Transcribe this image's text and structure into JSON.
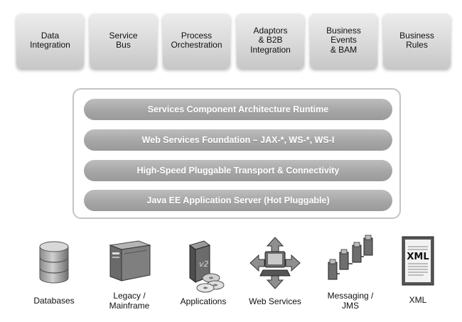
{
  "capabilities": [
    {
      "label": "Data\nIntegration"
    },
    {
      "label": "Service\nBus"
    },
    {
      "label": "Process\nOrchestration"
    },
    {
      "label": "Adaptors\n& B2B\nIntegration"
    },
    {
      "label": "Business\nEvents\n& BAM"
    },
    {
      "label": "Business\nRules"
    }
  ],
  "runtime_layers": [
    {
      "label": "Services Component Architecture Runtime"
    },
    {
      "label": "Web Services Foundation – JAX-*, WS-*, WS-I"
    },
    {
      "label": "High-Speed Pluggable Transport & Connectivity"
    },
    {
      "label": "Java EE Application Server (Hot Pluggable)"
    }
  ],
  "resources": [
    {
      "label": "Databases",
      "icon": "database-icon"
    },
    {
      "label": "Legacy /\nMainframe",
      "icon": "mainframe-icon"
    },
    {
      "label": "Applications",
      "icon": "applications-icon"
    },
    {
      "label": "Web Services",
      "icon": "web-services-icon"
    },
    {
      "label": "Messaging /\nJMS",
      "icon": "messaging-icon"
    },
    {
      "label": "XML",
      "icon": "xml-document-icon",
      "icon_text": "XML"
    }
  ]
}
